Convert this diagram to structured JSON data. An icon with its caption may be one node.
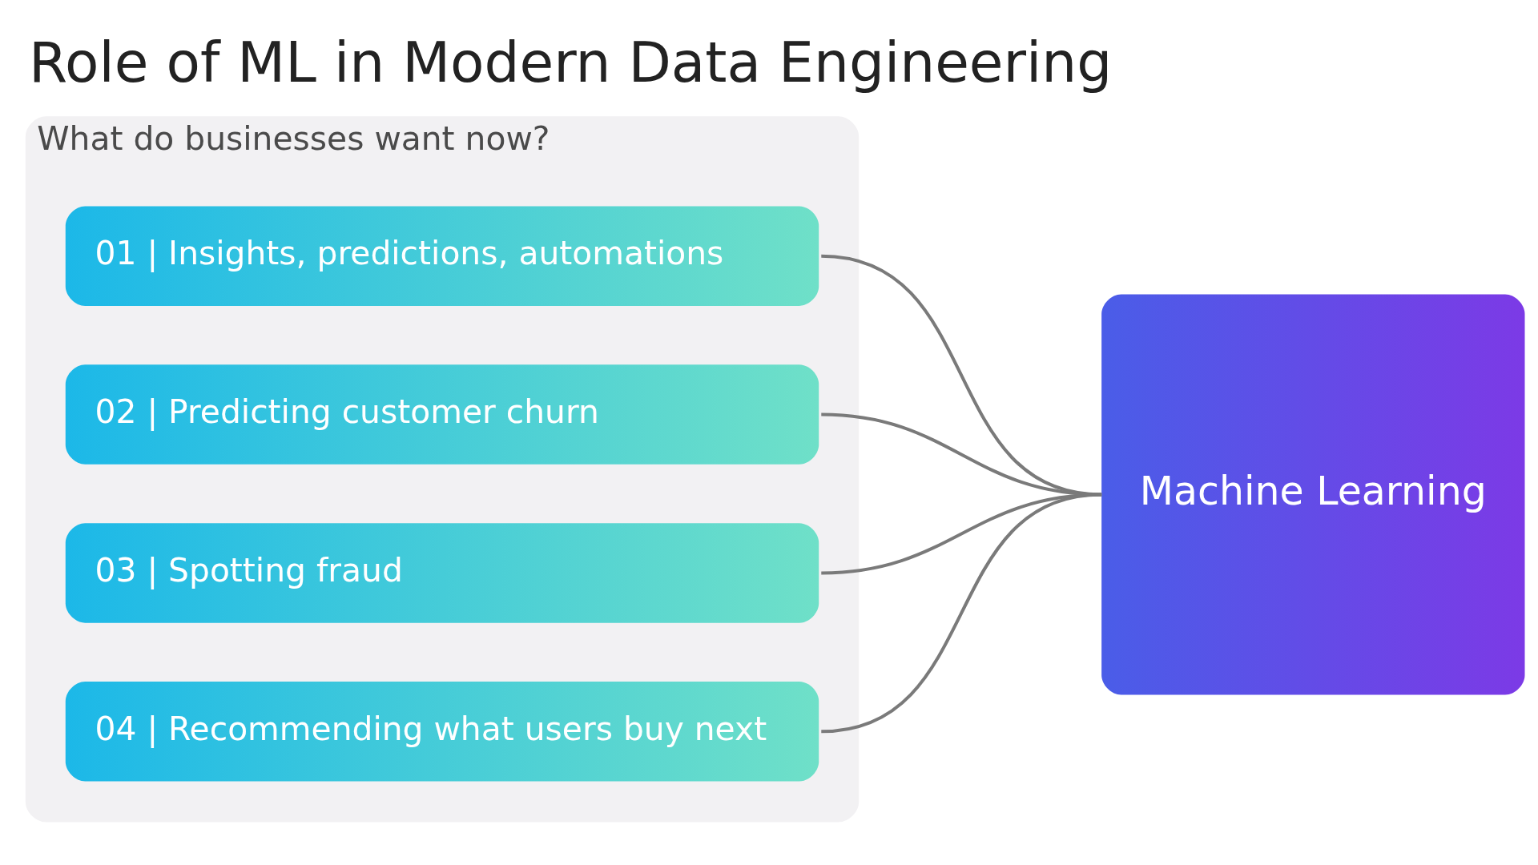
{
  "diagram": {
    "title": "Role of ML in Modern Data Engineering",
    "nodes": [
      {
        "text": [
          "What do businesses want now?"
        ]
      },
      {
        "text": [
          "01 | Insights, predictions, automations"
        ],
        "in": 0
      },
      {
        "text": [
          "02 | Predicting customer churn"
        ],
        "in": 0
      },
      {
        "text": [
          "03 | Spotting fraud"
        ],
        "in": 0
      },
      {
        "text": [
          "04 | Recommending what users buy next"
        ],
        "in": 0
      },
      {
        "text": [
          "Machine Learning"
        ]
      }
    ],
    "edges": [
      {
        "from": 1,
        "to": 5,
        "arrow": "none"
      },
      {
        "from": 2,
        "to": 5,
        "arrow": "none"
      },
      {
        "from": 3,
        "to": 5,
        "arrow": "none"
      },
      {
        "from": 4,
        "to": 5,
        "arrow": "none"
      }
    ]
  }
}
